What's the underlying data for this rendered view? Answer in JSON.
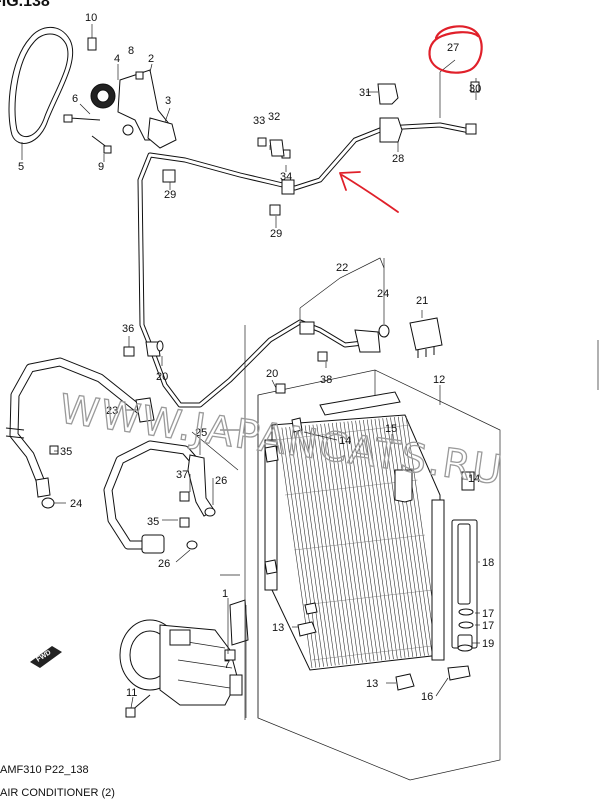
{
  "header": {
    "partial_title": "FIG.138"
  },
  "footer": {
    "model_line": "AMF310 P22_138",
    "caption": "AIR CONDITIONER (2)"
  },
  "watermark": {
    "text": "WWW.JAPANCATS.RU"
  },
  "direction_badge": {
    "text": "FWD"
  },
  "annotation": {
    "color": "#e0202a",
    "highlighted_part": "27"
  },
  "callouts": {
    "p1": "1",
    "p2": "2",
    "p3": "3",
    "p4": "4",
    "p5": "5",
    "p6": "6",
    "p7": "7",
    "p8": "8",
    "p9": "9",
    "p10": "10",
    "p11": "11",
    "p12": "12",
    "p13a": "13",
    "p13b": "13",
    "p14": "14",
    "p14b": "14",
    "p15": "15",
    "p16": "16",
    "p17a": "17",
    "p17b": "17",
    "p18": "18",
    "p19": "19",
    "p20a": "20",
    "p20b": "20",
    "p21": "21",
    "p22": "22",
    "p23": "23",
    "p24a": "24",
    "p24b": "24",
    "p25": "25",
    "p26a": "26",
    "p26b": "26",
    "p27": "27",
    "p28": "28",
    "p29a": "29",
    "p29b": "29",
    "p30": "30",
    "p31": "31",
    "p32": "32",
    "p33": "33",
    "p34": "34",
    "p35a": "35",
    "p35b": "35",
    "p36": "36",
    "p37": "37",
    "p38": "38"
  }
}
